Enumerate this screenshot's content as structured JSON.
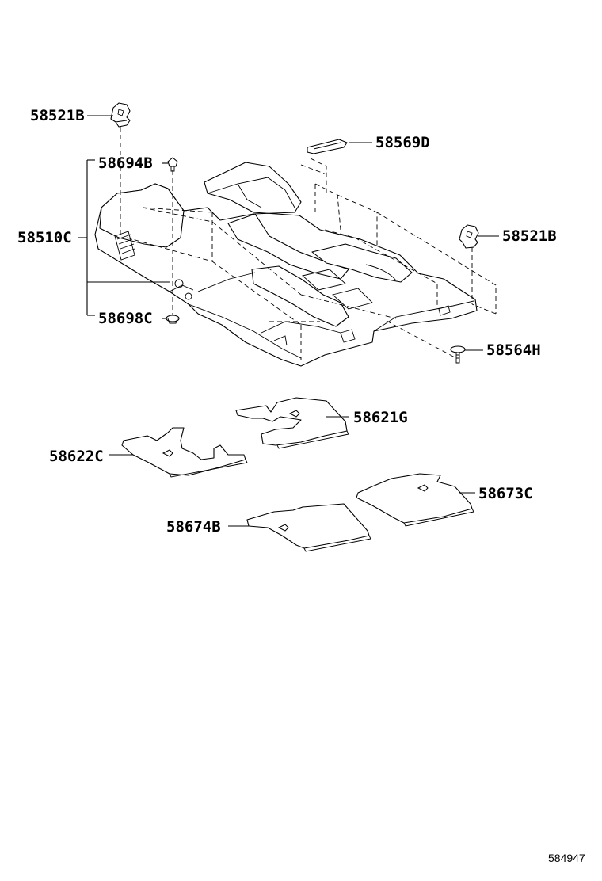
{
  "labels": {
    "p58521B_top": "58521B",
    "p58694B": "58694B",
    "p58569D": "58569D",
    "p58510C": "58510C",
    "p58521B_right": "58521B",
    "p58698C": "58698C",
    "p58564H": "58564H",
    "p58621G": "58621G",
    "p58622C": "58622C",
    "p58673C": "58673C",
    "p58674B": "58674B"
  },
  "figure_number": "584947"
}
